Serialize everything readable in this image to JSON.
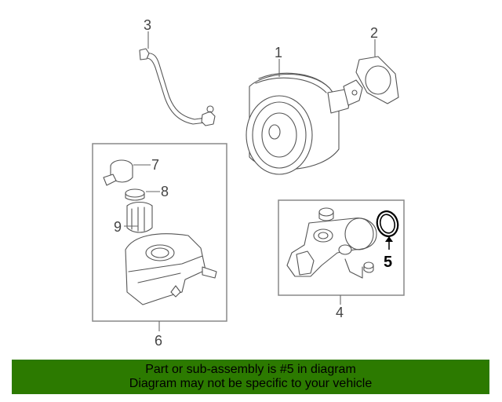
{
  "callouts": {
    "c1": "1",
    "c2": "2",
    "c3": "3",
    "c4": "4",
    "c5": "5",
    "c6": "6",
    "c7": "7",
    "c8": "8",
    "c9": "9"
  },
  "banner": {
    "line1": "Part or sub-assembly is #5 in diagram",
    "line2": "Diagram may not be specific to your vehicle"
  },
  "colors": {
    "banner_bg": "#2c7a00",
    "highlight": "#000000",
    "line": "#555555"
  }
}
